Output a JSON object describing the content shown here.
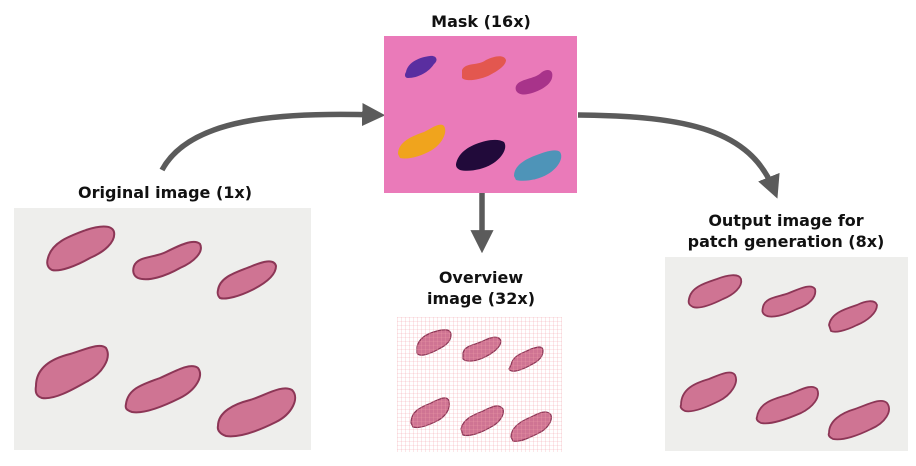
{
  "labels": {
    "mask": "Mask (16x)",
    "original": "Original image (1x)",
    "overview": "Overview\nimage (32x)",
    "output": "Output image for\npatch generation (8x)"
  },
  "colors": {
    "arrow": "#5b5b5b",
    "mask_background": "#ea7ab9",
    "slide_background": "#eeeeec",
    "tissue_fill": "#cf7493",
    "tissue_edge": "#8c3656",
    "grid_line": "#f2a0aa",
    "region_colors": [
      "#5a2ea0",
      "#e3574f",
      "#a8338a",
      "#f0a41d",
      "#210a3a",
      "#4e94b8"
    ]
  }
}
